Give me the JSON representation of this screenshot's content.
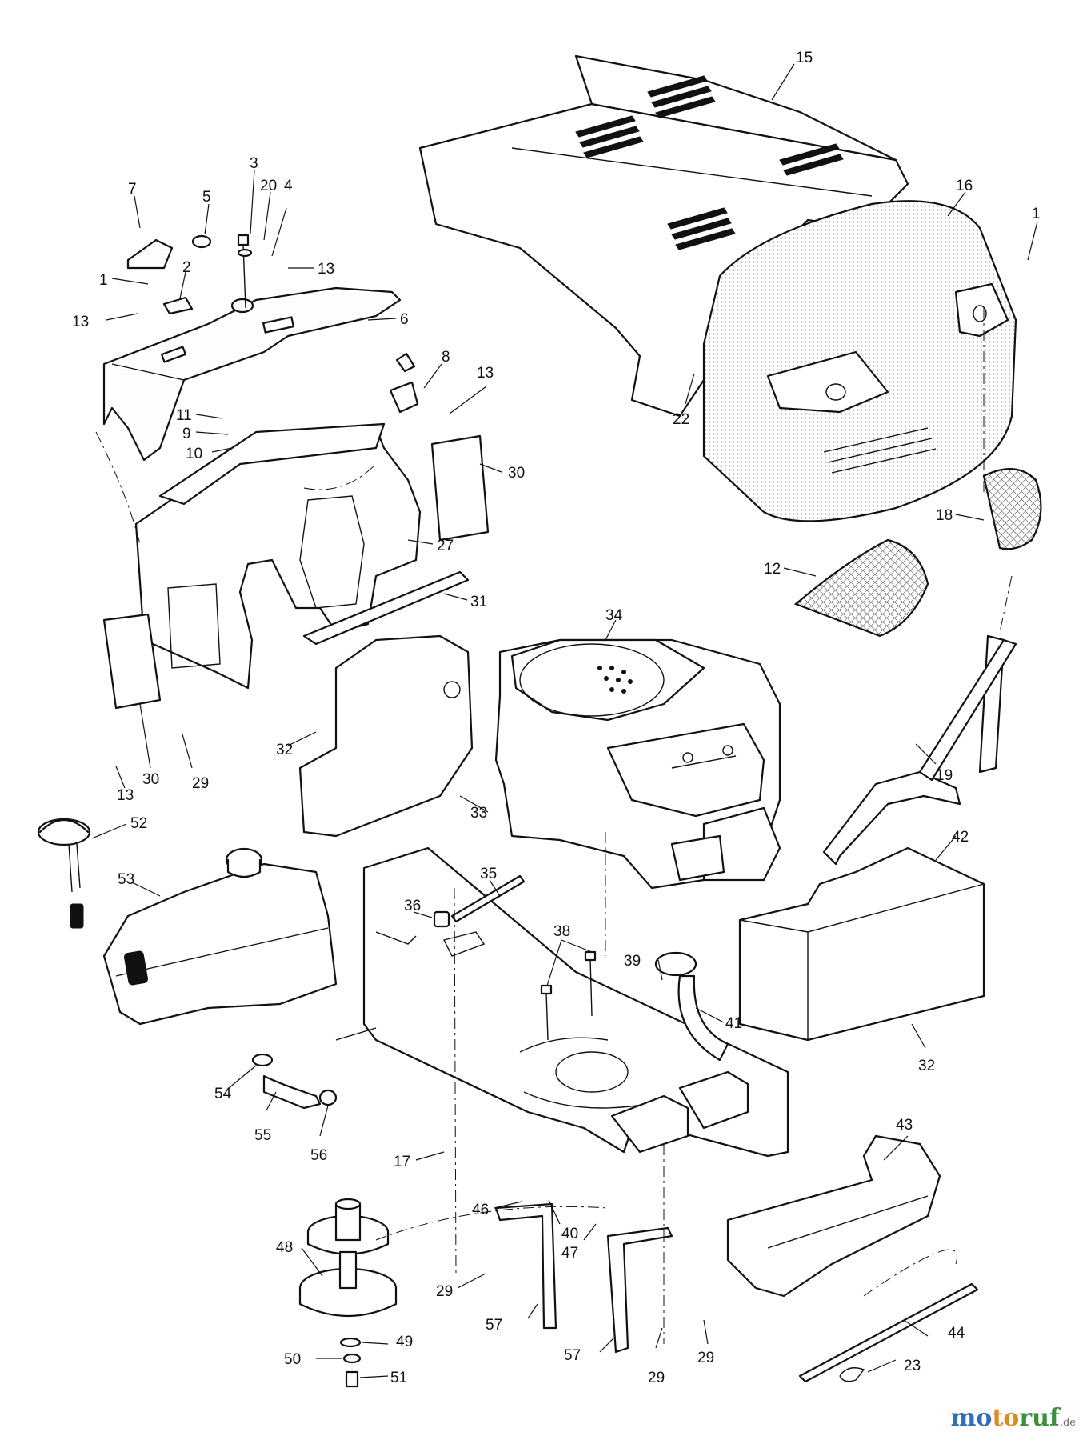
{
  "callouts": [
    {
      "id": "c15",
      "label": "15"
    },
    {
      "id": "c16",
      "label": "16"
    },
    {
      "id": "c1a",
      "label": "1"
    },
    {
      "id": "c1b",
      "label": "1"
    },
    {
      "id": "c7",
      "label": "7"
    },
    {
      "id": "c5",
      "label": "5"
    },
    {
      "id": "c3",
      "label": "3"
    },
    {
      "id": "c20",
      "label": "20"
    },
    {
      "id": "c4",
      "label": "4"
    },
    {
      "id": "c13a",
      "label": "13"
    },
    {
      "id": "c2",
      "label": "2"
    },
    {
      "id": "c13b",
      "label": "13"
    },
    {
      "id": "c6",
      "label": "6"
    },
    {
      "id": "c8",
      "label": "8"
    },
    {
      "id": "c13c",
      "label": "13"
    },
    {
      "id": "c22",
      "label": "22"
    },
    {
      "id": "c11",
      "label": "11"
    },
    {
      "id": "c9",
      "label": "9"
    },
    {
      "id": "c10",
      "label": "10"
    },
    {
      "id": "c30a",
      "label": "30"
    },
    {
      "id": "c27",
      "label": "27"
    },
    {
      "id": "c18",
      "label": "18"
    },
    {
      "id": "c12",
      "label": "12"
    },
    {
      "id": "c31",
      "label": "31"
    },
    {
      "id": "c34",
      "label": "34"
    },
    {
      "id": "c30b",
      "label": "30"
    },
    {
      "id": "c29a",
      "label": "29"
    },
    {
      "id": "c13d",
      "label": "13"
    },
    {
      "id": "c32a",
      "label": "32"
    },
    {
      "id": "c19",
      "label": "19"
    },
    {
      "id": "c33",
      "label": "33"
    },
    {
      "id": "c52",
      "label": "52"
    },
    {
      "id": "c42",
      "label": "42"
    },
    {
      "id": "c53",
      "label": "53"
    },
    {
      "id": "c35",
      "label": "35"
    },
    {
      "id": "c36",
      "label": "36"
    },
    {
      "id": "c38",
      "label": "38"
    },
    {
      "id": "c39",
      "label": "39"
    },
    {
      "id": "c41",
      "label": "41"
    },
    {
      "id": "c32b",
      "label": "32"
    },
    {
      "id": "c54",
      "label": "54"
    },
    {
      "id": "c55",
      "label": "55"
    },
    {
      "id": "c56",
      "label": "56"
    },
    {
      "id": "c17",
      "label": "17"
    },
    {
      "id": "c43",
      "label": "43"
    },
    {
      "id": "c46",
      "label": "46"
    },
    {
      "id": "c40",
      "label": "40"
    },
    {
      "id": "c47",
      "label": "47"
    },
    {
      "id": "c48",
      "label": "48"
    },
    {
      "id": "c29b",
      "label": "29"
    },
    {
      "id": "c57a",
      "label": "57"
    },
    {
      "id": "c44",
      "label": "44"
    },
    {
      "id": "c49",
      "label": "49"
    },
    {
      "id": "c50",
      "label": "50"
    },
    {
      "id": "c57b",
      "label": "57"
    },
    {
      "id": "c29c",
      "label": "29"
    },
    {
      "id": "c29d",
      "label": "29"
    },
    {
      "id": "c23",
      "label": "23"
    },
    {
      "id": "c51",
      "label": "51"
    }
  ],
  "watermark": {
    "part1": "mo",
    "part2": "to",
    "part3": "ruf",
    "suffix": ".de"
  }
}
